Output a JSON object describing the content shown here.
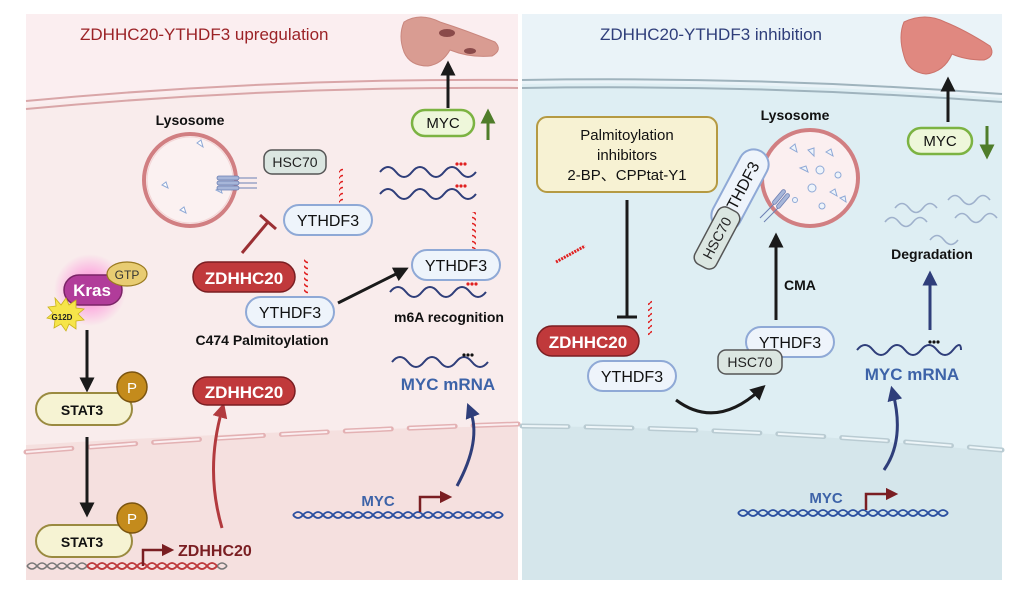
{
  "left_panel": {
    "title": "ZDHHC20-YTHDF3 upregulation",
    "lysosome_label": "Lysosome",
    "hsc70": "HSC70",
    "ythdf3_top": "YTHDF3",
    "ythdf3_middle": "YTHDF3",
    "ythdf3_bound": "YTHDF3",
    "zdhhc20_complex": "ZDHHC20",
    "palmitoylation_label": "C474 Palmitoylation",
    "m6a_label": "m6A recognition",
    "myc_protein": "MYC",
    "myc_mrna": "MYC mRNA",
    "kras": "Kras",
    "gtp": "GTP",
    "mutation": "G12D",
    "stat3_top": "STAT3",
    "stat3_bottom": "STAT3",
    "phospho": "P",
    "zdhhc20_protein": "ZDHHC20",
    "zdhhc20_gene": "ZDHHC20",
    "myc_gene": "MYC"
  },
  "right_panel": {
    "title": "ZDHHC20-YTHDF3 inhibition",
    "inhibitor_line1": "Palmitoylation",
    "inhibitor_line2": "inhibitors",
    "inhibitor_line3": "2-BP、CPPtat-Y1",
    "lysosome_label": "Lysosome",
    "ythdf3_lysosome": "YTHDF3",
    "hsc70_lysosome": "HSC70",
    "cma_label": "CMA",
    "ythdf3_cma": "YTHDF3",
    "hsc70_cma": "HSC70",
    "zdhhc20": "ZDHHC20",
    "ythdf3": "YTHDF3",
    "myc_protein": "MYC",
    "degradation_label": "Degradation",
    "myc_mrna": "MYC mRNA",
    "myc_gene": "MYC"
  },
  "colors": {
    "left_bg": "#fbeef0",
    "left_nucleus_bg": "#f5e0df",
    "right_bg": "#eaf3f8",
    "right_cyto_bg": "#deeef3",
    "right_nucleus_bg": "#d5e6eb",
    "left_title": "#9b2226",
    "right_title": "#2f3e7a",
    "zdhhc20_fill": "#c0393b",
    "ythdf3_fill": "#eef4fb",
    "ythdf3_stroke": "#8fa9d6",
    "hsc70_fill": "#dbe6e1",
    "myc_fill": "#eef7da",
    "myc_stroke": "#7cb342",
    "inhibitor_fill": "#f7f2d3",
    "inhibitor_stroke": "#b59a42",
    "kras_fill": "#b13c9a",
    "gtp_fill": "#e8cc72",
    "stat3_fill": "#f6f3d3",
    "phospho_fill": "#c48b1c",
    "mrna_blue": "#2f4a8a",
    "text_blue": "#3d63a8",
    "up_arrow_green": "#4f7d2a",
    "palmitate_red": "#e02020"
  }
}
